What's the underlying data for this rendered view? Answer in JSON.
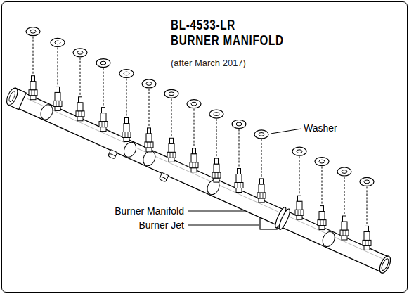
{
  "diagram": {
    "title": "BL-4533-LR BURNER MANIFOLD",
    "labels": [
      "(after March 2017)",
      "Washer",
      "Burner Manifold",
      "Burner Jet"
    ]
  }
}
